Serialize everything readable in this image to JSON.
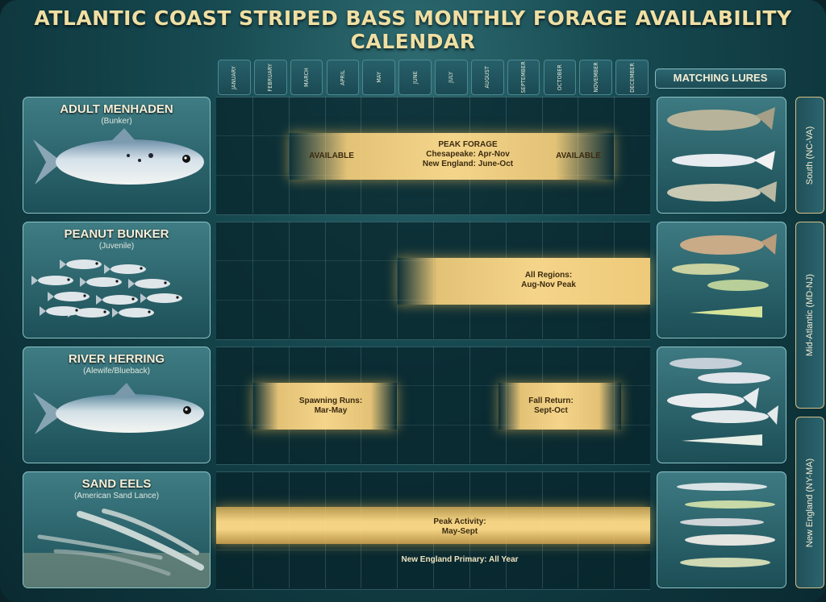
{
  "title": "ATLANTIC COAST STRIPED BASS MONTHLY FORAGE AVAILABILITY CALENDAR",
  "months": [
    "JANUARY",
    "FEBRUARY",
    "MARCH",
    "APRIL",
    "MAY",
    "JUNE",
    "JULY",
    "AUGUST",
    "SEPTEMBER",
    "OCTOBER",
    "NOVEMBER",
    "DECEMBER"
  ],
  "lures_header": "MATCHING LURES",
  "regions": [
    "South (NC-VA)",
    "Mid-Atlantic (MD-NJ)",
    "New England (NY-MA)"
  ],
  "forage": [
    {
      "name": "ADULT MENHADEN",
      "subtitle": "(Bunker)",
      "bands": [
        {
          "start_month": 2.0,
          "end_month": 11.0,
          "style": "soft"
        }
      ],
      "labels": {
        "left": "AVAILABLE",
        "center_title": "PEAK FORAGE",
        "center_line1": "Chesapeake: Apr-Nov",
        "center_line2": "New England: June-Oct",
        "right": "AVAILABLE"
      }
    },
    {
      "name": "PEANUT BUNKER",
      "subtitle": "(Juvenile)",
      "bands": [
        {
          "start_month": 5.0,
          "end_month": 12.0,
          "style": "soft-left"
        }
      ],
      "labels": {
        "line1": "All Regions:",
        "line2": "Aug-Nov Peak"
      }
    },
    {
      "name": "RIVER HERRING",
      "subtitle": "(Alewife/Blueback)",
      "bands": [
        {
          "start_month": 1.0,
          "end_month": 5.0,
          "style": "soft"
        },
        {
          "start_month": 7.8,
          "end_month": 11.2,
          "style": "soft"
        }
      ],
      "labels": {
        "a_line1": "Spawning Runs:",
        "a_line2": "Mar-May",
        "b_line1": "Fall Return:",
        "b_line2": "Sept-Oct"
      }
    },
    {
      "name": "SAND EELS",
      "subtitle": "(American Sand Lance)",
      "bands": [
        {
          "start_month": 0.0,
          "end_month": 12.0,
          "style": "solid"
        }
      ],
      "labels": {
        "line1": "Peak Activity:",
        "line2": "May-Sept",
        "note": "New England Primary: All Year"
      }
    }
  ]
}
